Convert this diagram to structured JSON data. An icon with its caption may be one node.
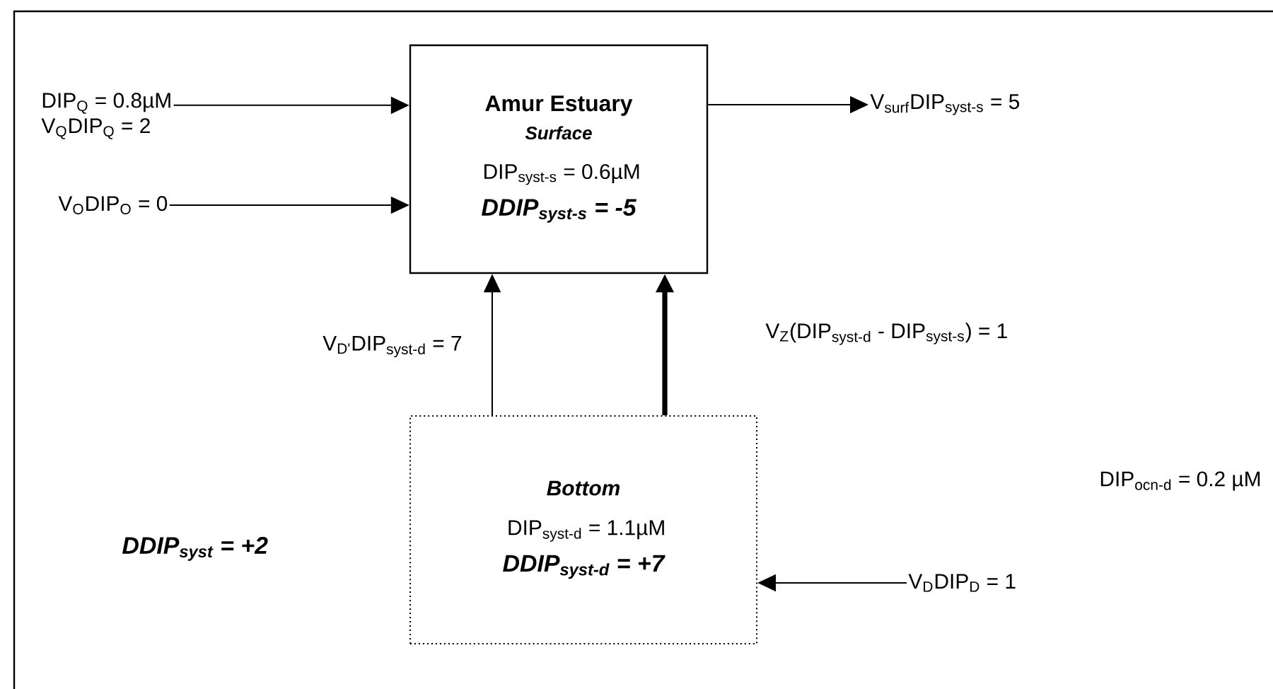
{
  "diagram": {
    "nodes": [
      {
        "text": [
          "Amur Estuary",
          "Surface",
          "DIP$_{syst-s}$ = 0.6µM",
          "DDIP$_{syst-s}$ = -5"
        ]
      },
      {
        "text": [
          "Bottom",
          "DIP$_{syst-d}$ = 1.1µM",
          "DDIP$_{syst-d}$ = +7"
        ]
      },
      {
        "text": [
          "DIP$_{Q}$ = 0.8µM",
          "V$_{Q}$DIP$_{Q}$ = 2"
        ]
      },
      {
        "text": [
          "V$_{O}$DIP$_{O}$ = 0"
        ]
      },
      {
        "text": [
          "V$_{surf}$DIP$_{syst-s}$ = 5"
        ]
      },
      {
        "text": [
          "V$_{D}$DIP$_{D}$ = 1"
        ]
      }
    ],
    "edges": [
      {
        "from": 2,
        "to": 0,
        "arrow": "to"
      },
      {
        "from": 3,
        "to": 0,
        "arrow": "to"
      },
      {
        "from": 0,
        "to": 4,
        "arrow": "to"
      },
      {
        "from": 1,
        "to": 0,
        "arrow": "to",
        "label": "V$_{D'}$DIP$_{syst-d}$ = 7"
      },
      {
        "from": 1,
        "to": 0,
        "arrow": "to",
        "style": "thick",
        "label": "V$_{Z}$(DIP$_{syst-d}$ - DIP$_{syst-s}$) = 1"
      },
      {
        "from": 5,
        "to": 1,
        "arrow": "to"
      }
    ],
    "labels": [
      "DIP$_{ocn-d}$ = 0.2 µM",
      "DDIP$_{syst}$ = +2"
    ]
  }
}
